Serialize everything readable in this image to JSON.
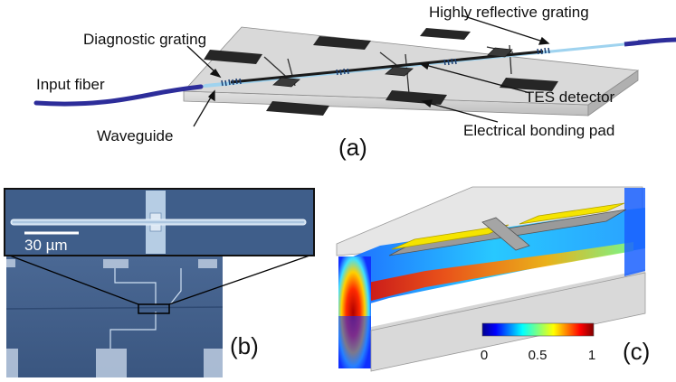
{
  "panel_a": {
    "panel_label": "(a)",
    "labels": {
      "highly_reflective_grating": "Highly reflective grating",
      "diagnostic_grating": "Diagnostic grating",
      "input_fiber": "Input fiber",
      "waveguide": "Waveguide",
      "tes_detector": "TES detector",
      "electrical_bonding_pad": "Electrical bonding pad"
    },
    "colors": {
      "fiber": "#2d2d9a",
      "waveguide": "#9fd3ef",
      "chip_top": "#d9d9d9",
      "pads": "#262626"
    }
  },
  "panel_b": {
    "panel_label": "(b)",
    "scale_bar": "30 µm",
    "colors": {
      "micrograph": "#3f5e8a",
      "wiring": "#cfe0f2"
    }
  },
  "panel_c": {
    "panel_label": "(c)",
    "colorbar_ticks": [
      "0",
      "0.5",
      "1"
    ],
    "colormap": "jet",
    "colors": {
      "detector": "#f5e400",
      "box_walls": "#e6e6e6"
    }
  }
}
